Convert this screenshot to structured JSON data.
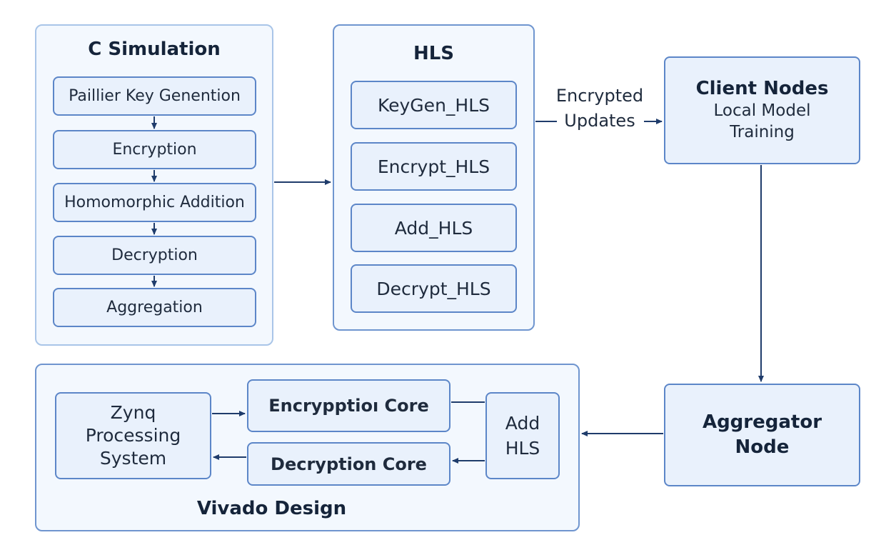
{
  "c_simulation": {
    "title": "C Simulation",
    "steps": [
      "Paillier Key Genention",
      "Encryption",
      "Homomorphic Addition",
      "Decryption",
      "Aggregation"
    ]
  },
  "hls": {
    "title": "HLS",
    "items": [
      "KeyGen_HLS",
      "Encrypt_HLS",
      "Add_HLS",
      "Decrypt_HLS"
    ]
  },
  "edge_label": {
    "line1": "Encrypted",
    "line2": "Updates"
  },
  "client_nodes": {
    "title": "Client Nodes",
    "subtitle": "Local Model\nTraining"
  },
  "aggregator": {
    "title": "Aggregator\nNode"
  },
  "vivado": {
    "title": "Vivado Design",
    "zynq": "Zynq\nProcessing\nSystem",
    "encryption_core": "Encrypptioı Core",
    "decryption_core": "Decryption Core",
    "add_hls": "Add\nHLS"
  },
  "colors": {
    "border": "#5c86c8",
    "fill": "#e9f1fc",
    "arrow": "#1f3c6b"
  }
}
